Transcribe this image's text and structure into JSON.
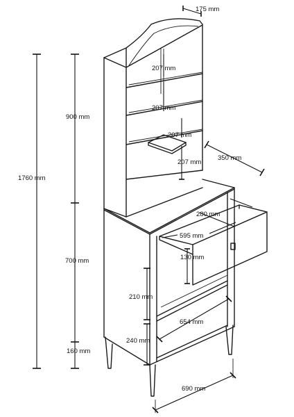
{
  "dimensions": {
    "top_depth": "175 mm",
    "shelf_gap_1": "207 mm",
    "shelf_gap_2": "207 mm",
    "shelf_gap_3": "207 mm",
    "shelf_gap_4": "207 mm",
    "top_unit_depth": "350 mm",
    "drawer_width": "280 mm",
    "drawer_depth": "595 mm",
    "drawer_height": "130 mm",
    "total_height": "1760 mm",
    "upper_height": "900 mm",
    "lower_height": "700 mm",
    "leg_height": "160 mm",
    "lower_shelf_gap": "210 mm",
    "bottom_shelf_gap": "240 mm",
    "inner_width": "654 mm",
    "total_width": "690 mm"
  }
}
